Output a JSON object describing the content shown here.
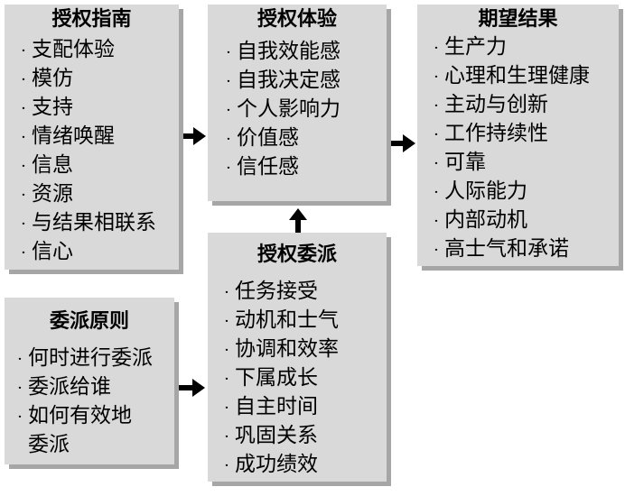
{
  "boxes": {
    "guide": {
      "title": "授权指南",
      "items": [
        "支配体验",
        "模仿",
        "支持",
        "情绪唤醒",
        "信息",
        "资源",
        "与结果相联系",
        "信心"
      ]
    },
    "experience": {
      "title": "授权体验",
      "items": [
        "自我效能感",
        "自我决定感",
        "个人影响力",
        "价值感",
        "信任感"
      ]
    },
    "results": {
      "title": "期望结果",
      "items": [
        "生产力",
        "心理和生理健康",
        "主动与创新",
        "工作持续性",
        "可靠",
        "人际能力",
        "内部动机",
        "高士气和承诺"
      ]
    },
    "principles": {
      "title": "委派原则",
      "items": [
        "何时进行委派",
        "委派给谁",
        "如何有效地",
        "委派"
      ]
    },
    "delegation": {
      "title": "授权委派",
      "items": [
        "任务接受",
        "动机和士气",
        "协调和效率",
        "下属成长",
        "自主时间",
        "巩固关系",
        "成功绩效"
      ]
    }
  },
  "bullet": "·"
}
